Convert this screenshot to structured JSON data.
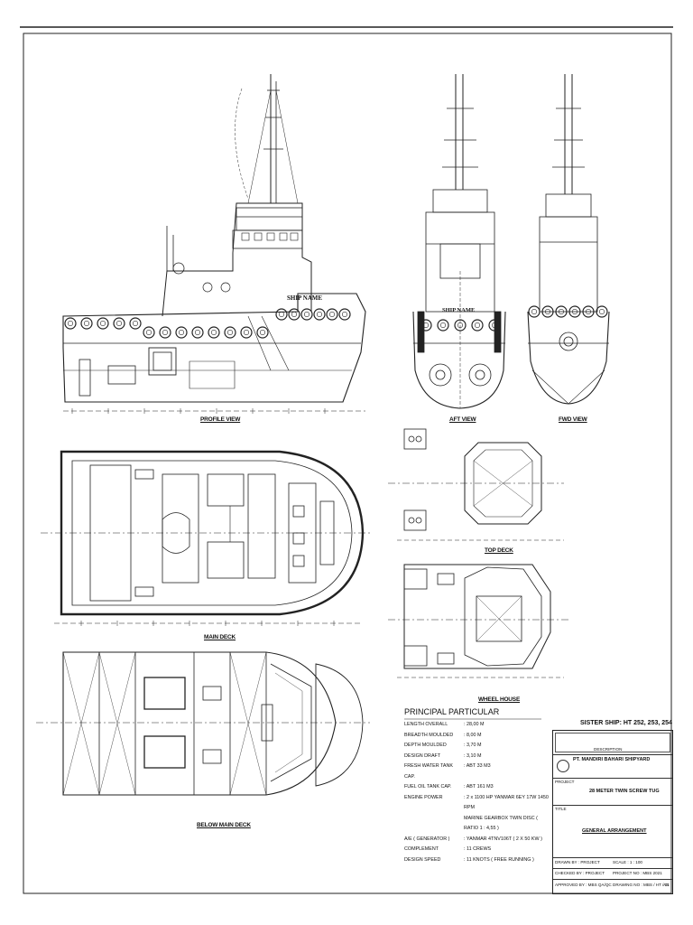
{
  "views": {
    "profile": "PROFILE VIEW",
    "aft": "AFT VIEW",
    "fwd": "FWD VIEW",
    "main_deck": "MAIN DECK",
    "below_main_deck": "BELOW MAIN DECK",
    "top_deck": "TOP DECK",
    "wheel_house": "WHEEL HOUSE"
  },
  "hull_marking": "SHIP NAME",
  "particulars": {
    "title": "PRINCIPAL PARTICULAR",
    "rows": [
      {
        "label": "LENGTH OVERALL",
        "value": ": 28,00 M"
      },
      {
        "label": "BREADTH MOULDED",
        "value": ": 8,00 M"
      },
      {
        "label": "DEPTH MOULDED",
        "value": ": 3,70 M"
      },
      {
        "label": "DESIGN DRAFT",
        "value": ": 3,10 M"
      },
      {
        "label": "FRESH WATER TANK CAP.",
        "value": ": ABT 33 M3"
      },
      {
        "label": "FUEL OIL TANK CAP.",
        "value": ": ABT 161 M3"
      },
      {
        "label": "ENGINE POWER",
        "value": ": 2 x 1100 HP YANMAR 6EY 17W 1450 RPM"
      },
      {
        "label": "",
        "value": "  MARINE GEARBOX TWIN DISC ( RATIO 1 : 4,55 )"
      },
      {
        "label": "A/E ( GENERATOR )",
        "value": ": YANMAR 4TNV106T ( 2 X 50 KW )"
      },
      {
        "label": "COMPLEMENT",
        "value": ": 11 CREWS"
      },
      {
        "label": "DESIGN SPEED",
        "value": ": 11 KNOTS ( FREE RUNNING )"
      }
    ]
  },
  "sister_ship": "SISTER SHIP: HT 252, 253, 254",
  "title_block": {
    "revision_header": "DESCRIPTION",
    "company": "PT. MANDIRI BAHARI SHIPYARD",
    "project_label": "PROJECT",
    "project": "28 METER TWIN SCREW TUG",
    "title_label": "TITLE",
    "title": "GENERAL ARRANGEMENT",
    "drawn": "DRAWN BY : PROJECT",
    "checked": "CHECKED BY : PROJECT",
    "approved": "APPROVED BY : MBS QA/QC",
    "scale": "SCALE : 1 : 100",
    "project_no": "PROJECT NO : MBS 2021",
    "drawing_no": "DRAWING NO : MBS / HT / 01",
    "size": "A3"
  }
}
